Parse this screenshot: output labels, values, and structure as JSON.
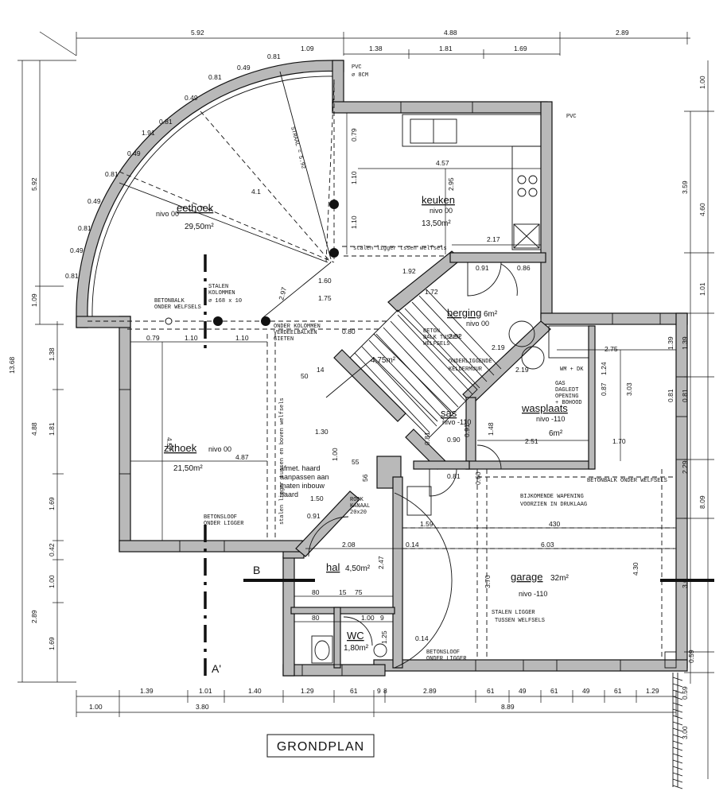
{
  "title": "GRONDPLAN",
  "rooms": {
    "eethoek": {
      "name": "eethoek",
      "level": "nivo 00",
      "area": "29,50m²"
    },
    "keuken": {
      "name": "keuken",
      "level": "nivo 00",
      "area": "13,50m²"
    },
    "zithoek": {
      "name": "zithoek",
      "level": "nivo 00",
      "area": "21,50m²"
    },
    "berging": {
      "name": "berging",
      "extra": "6m²",
      "level": "nivo 00"
    },
    "wasplaats": {
      "name": "wasplaats",
      "level": "nivo -110",
      "area": "6m²"
    },
    "sas": {
      "name": "sas",
      "level": "nivo -110"
    },
    "hal": {
      "name": "hal",
      "area": "4,50m²"
    },
    "wc": {
      "name": "WC",
      "area": "1,80m²"
    },
    "garage": {
      "name": "garage",
      "extra": "32m²",
      "level": "nivo -110"
    },
    "stair": {
      "area": "4,75m²"
    }
  },
  "notes": {
    "straal": "STRAAL = 5.92",
    "ligger_welfsel": "stalen ligger tssen welfsels",
    "kolommen": [
      "STALEN",
      "KOLOMMEN",
      "⌀ 168 x 10"
    ],
    "betonbalk_onder": [
      "BETONBALK",
      "ONDER WELFSELS"
    ],
    "onder_kolommen": [
      "ONDER KOLOMMEN",
      "VERDEELBALKEN",
      "GIETEN"
    ],
    "vertical_ligger": "stalen ligger tussen en boven welfsels",
    "berging_balk": [
      "BETON",
      "BALK TUSSEN",
      "WELFSELS"
    ],
    "onderliggende": [
      "ONDERLIGGENDE",
      "KELDERMUUR"
    ],
    "gas": [
      "GAS",
      "DAGLEDT",
      "OPENING",
      "+ BOHOOD"
    ],
    "haard": [
      "afmet. haard",
      "aanpassen aan",
      "maten inbouw",
      "haard"
    ],
    "rookkanaal": [
      "ROOK",
      "KANAAL",
      "20x20"
    ],
    "betonbalk_garage": "BETONBALK ONDER WELFSELS",
    "bijkomende": [
      "BIJKOMENDE WAPENING",
      "VOORZIEN IN DRUKLAAG"
    ],
    "stalen_ligger_garage": [
      "STALEN LIGGER",
      "TUSSEN WELFSELS"
    ],
    "betonsloof_zithoek": [
      "BETONSLOOF",
      "ONDER LIGGER"
    ],
    "betonsloof_garage": [
      "BETONSLOOF",
      "ONDER LIGGER"
    ],
    "pvc_top": [
      "PVC",
      "⌀ 8CM"
    ],
    "pvc_right": "PVC",
    "wm": "WM + DK"
  },
  "section_marks": {
    "b": "B",
    "a": "A'"
  },
  "dimensions": {
    "top": [
      "5.92",
      "4.88",
      "2.89"
    ],
    "top2": [
      "1.09",
      "1.38",
      "1.81",
      "1.69"
    ],
    "left_total": "13.68",
    "left": [
      "5.92",
      "1.09",
      "1.38",
      "4.88",
      "1.81",
      "1.69",
      "0.42",
      "1.00",
      "2.89",
      "1.69"
    ],
    "right": [
      "1.00",
      "3.59",
      "4.60",
      "1.01",
      "1.39",
      "8.09",
      "0.81",
      "2.29",
      "4.30",
      "3.0",
      "0.59",
      "0.59",
      "3.00"
    ],
    "bottom": [
      "1.39",
      "1.01",
      "1.40",
      "1.29",
      "61",
      "9",
      "8",
      "2.89",
      "61",
      "49",
      "61",
      "49",
      "61",
      "1.29"
    ],
    "bottom2": [
      "1.00",
      "3.80",
      "8.89"
    ],
    "arc": [
      "0.81",
      "0.49",
      "0.81",
      "0.49",
      "0.81",
      "0.49",
      "0.81",
      "0.49",
      "0.81",
      "0.49",
      "0.81"
    ],
    "arc_radius": "1.91",
    "eethoek": [
      "2.97",
      "4.1",
      "1.75",
      "1.60",
      "0.80"
    ],
    "keuken": [
      "0.79",
      "1.10",
      "1.10",
      "4.57",
      "2.95",
      "2.17"
    ],
    "berging": [
      "1.92",
      "1.72",
      "2.52",
      "2.19",
      "2.19",
      "0.91",
      "0.86"
    ],
    "zithoek": [
      "0.79",
      "1.10",
      "1.10",
      "4.87",
      "4.57"
    ],
    "stair": [
      "50",
      "14",
      "1.30",
      "1.50",
      "0.91",
      "55",
      "1.00",
      "56",
      "0.81",
      "0.90",
      "0.91",
      "0.81",
      "1.48",
      "0.60"
    ],
    "wasplaats": [
      "2.75",
      "1.24",
      "0.87",
      "3.03",
      "2.51",
      "1.70",
      "1.39",
      "0.81"
    ],
    "garage": [
      "1.59",
      "430",
      "6.03",
      "2.08",
      "0.14",
      "3.70",
      "0.14",
      "2.47"
    ],
    "hal": [
      "80",
      "15",
      "75",
      "80",
      "1.00",
      "1.25",
      "9"
    ]
  }
}
